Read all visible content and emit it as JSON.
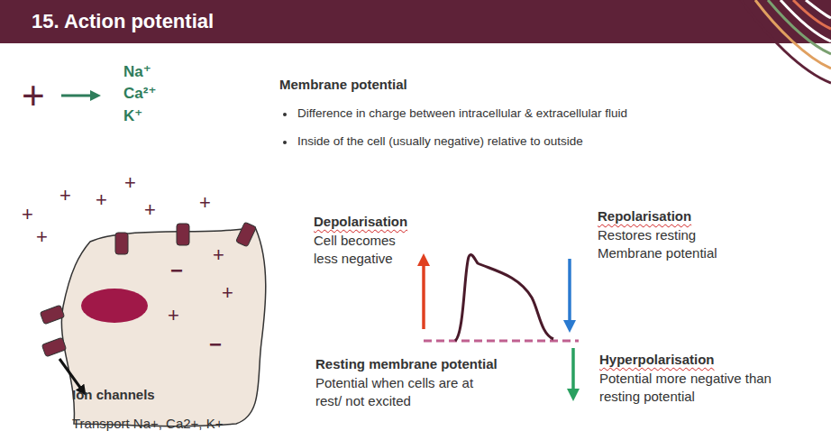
{
  "diagram": {
    "title": "15. Action potential",
    "labels": [
      "+",
      "Na⁺",
      "Ca²⁺",
      "K⁺",
      "Membrane potential",
      "Difference in charge between intracellular & extracellular fluid",
      "Inside of the cell (usually negative) relative to outside",
      "+",
      "+",
      "+",
      "+",
      "+",
      "+",
      "+",
      "+",
      "+",
      "+",
      "−",
      "−",
      "Ion channels",
      "Transport Na+, Ca2+, K+",
      "Depolarisation",
      "Cell becomes less negative",
      "Repolarisation",
      "Restores resting Membrane potential",
      "Resting membrane potential",
      "Potential when cells are at rest/ not excited",
      "Hyperpolarisation",
      "Potential more negative than resting potential"
    ]
  }
}
